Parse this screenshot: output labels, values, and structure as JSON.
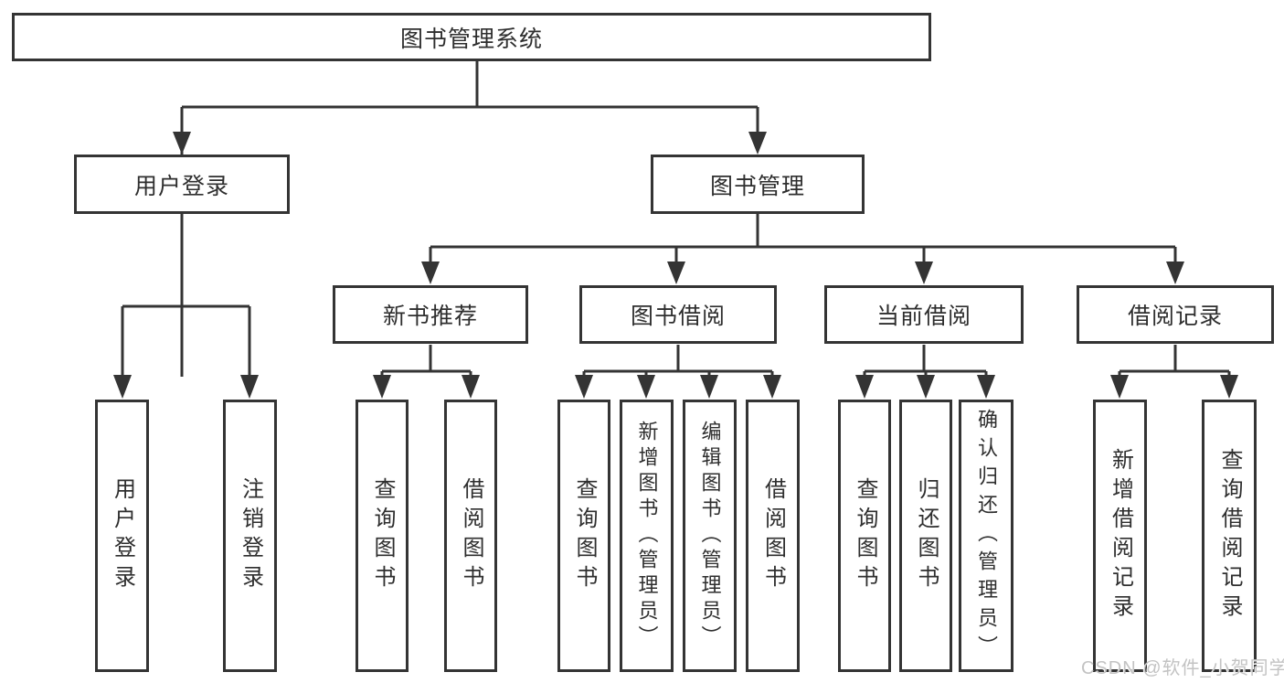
{
  "tree": {
    "label": "图书管理系统",
    "children": [
      {
        "label": "用户登录",
        "children": [
          {
            "label": "用户登录"
          },
          {
            "label": "注销登录"
          }
        ]
      },
      {
        "label": "图书管理",
        "children": [
          {
            "label": "新书推荐",
            "children": [
              {
                "label": "查询图书"
              },
              {
                "label": "借阅图书"
              }
            ]
          },
          {
            "label": "图书借阅",
            "children": [
              {
                "label": "查询图书"
              },
              {
                "label": "新增图书（管理员）"
              },
              {
                "label": "编辑图书（管理员）"
              },
              {
                "label": "借阅图书"
              }
            ]
          },
          {
            "label": "当前借阅",
            "children": [
              {
                "label": "查询图书"
              },
              {
                "label": "归还图书"
              },
              {
                "label": "确认归还（管理员）"
              }
            ]
          },
          {
            "label": "借阅记录",
            "children": [
              {
                "label": "新增借阅记录"
              },
              {
                "label": "查询借阅记录"
              }
            ]
          }
        ]
      }
    ]
  },
  "watermark": "CSDN @软件_小贺同学",
  "colors": {
    "line": "#343434",
    "text": "#2e2e2e",
    "background": "#ffffff",
    "watermark": "#c3c3c3"
  }
}
